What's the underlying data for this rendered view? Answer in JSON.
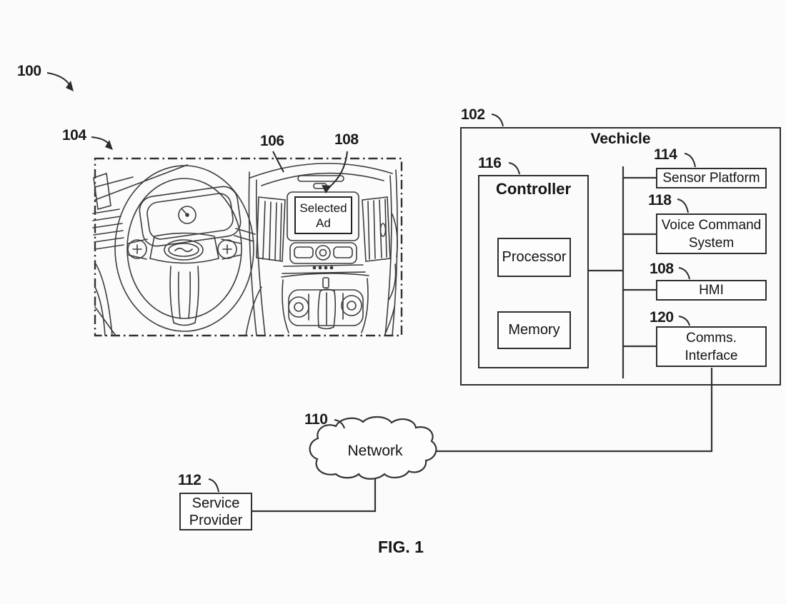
{
  "figure": {
    "caption": "FIG. 1",
    "ref": "100"
  },
  "cabin": {
    "ref": "104",
    "display_ref": "106",
    "screen_ref": "108",
    "screen_lines": [
      "Selected",
      "Ad"
    ]
  },
  "vehicle": {
    "ref": "102",
    "title": "Vechicle",
    "controller": {
      "ref": "116",
      "title": "Controller",
      "processor": "Processor",
      "memory": "Memory"
    },
    "components": [
      {
        "ref": "114",
        "lines": [
          "Sensor Platform"
        ]
      },
      {
        "ref": "118",
        "lines": [
          "Voice Command",
          "System"
        ]
      },
      {
        "ref": "108",
        "lines": [
          "HMI"
        ]
      },
      {
        "ref": "120",
        "lines": [
          "Comms.",
          "Interface"
        ]
      }
    ]
  },
  "network": {
    "ref": "110",
    "label": "Network"
  },
  "service_provider": {
    "ref": "112",
    "lines": [
      "Service",
      "Provider"
    ]
  },
  "colors": {
    "line": "#3a3a3a",
    "text": "#1b1b1b",
    "background": "#fbfbfb"
  }
}
